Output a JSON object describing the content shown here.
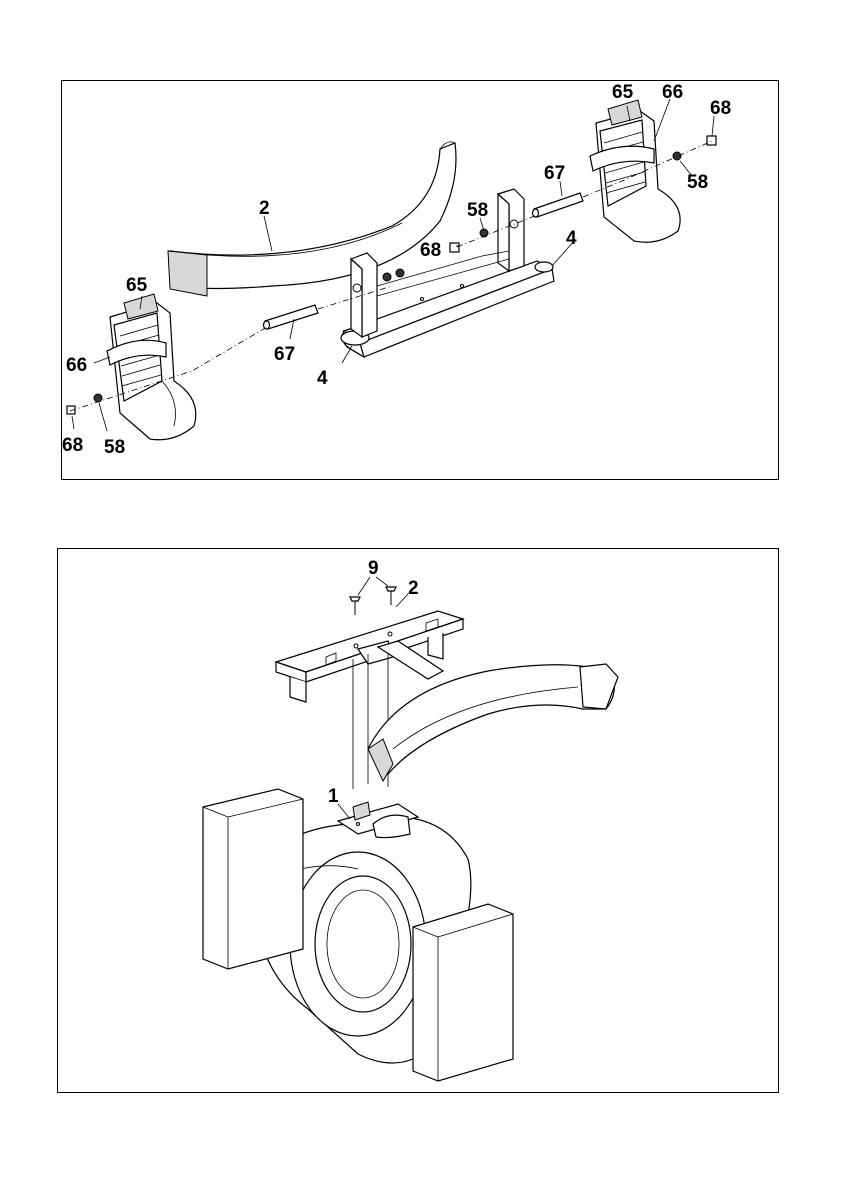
{
  "diagram_top": {
    "callouts": {
      "c2": "2",
      "c4a": "4",
      "c4b": "4",
      "c58a": "58",
      "c58b": "58",
      "c58c": "58",
      "c65a": "65",
      "c65b": "65",
      "c66a": "66",
      "c66b": "66",
      "c67a": "67",
      "c67b": "67",
      "c68a": "68",
      "c68b": "68",
      "c68c": "68"
    }
  },
  "diagram_bottom": {
    "callouts": {
      "c9": "9",
      "c2": "2",
      "c1": "1"
    }
  }
}
